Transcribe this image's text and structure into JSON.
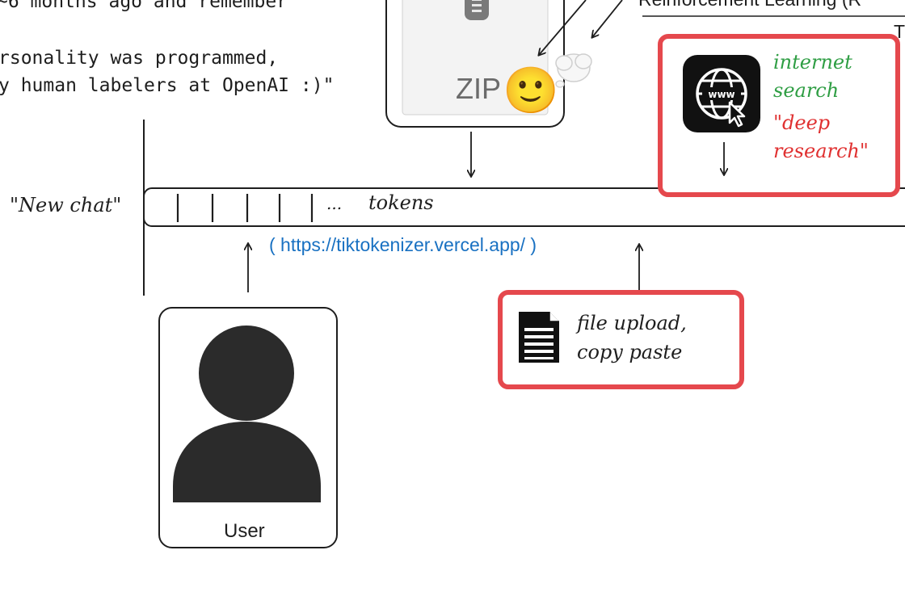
{
  "left_text": {
    "line1": "~6 months ago and remember",
    "line2": "rsonality was programmed,",
    "line3": "y human labelers at OpenAI :)\""
  },
  "top_right_caption": "Reinforcement Learning (R",
  "top_right_letter": "T",
  "zip_label": "ZIP",
  "smiley": "🙂",
  "new_chat_label": "\"New chat\"",
  "token_ellipsis": "...",
  "tokens_label": "tokens",
  "tokenizer_link": "( https://tiktokenizer.vercel.app/ )",
  "internet_search": {
    "line1": "internet",
    "line2": "search",
    "line3": "\"deep",
    "line4": "research\""
  },
  "file_upload": {
    "line1": "file upload,",
    "line2": "copy paste"
  },
  "user_label": "User",
  "colors": {
    "accent_red": "#e5484d",
    "link_blue": "#1971c2",
    "green": "#2f9e44",
    "red_text": "#e03131",
    "ink": "#1e1e1e"
  }
}
